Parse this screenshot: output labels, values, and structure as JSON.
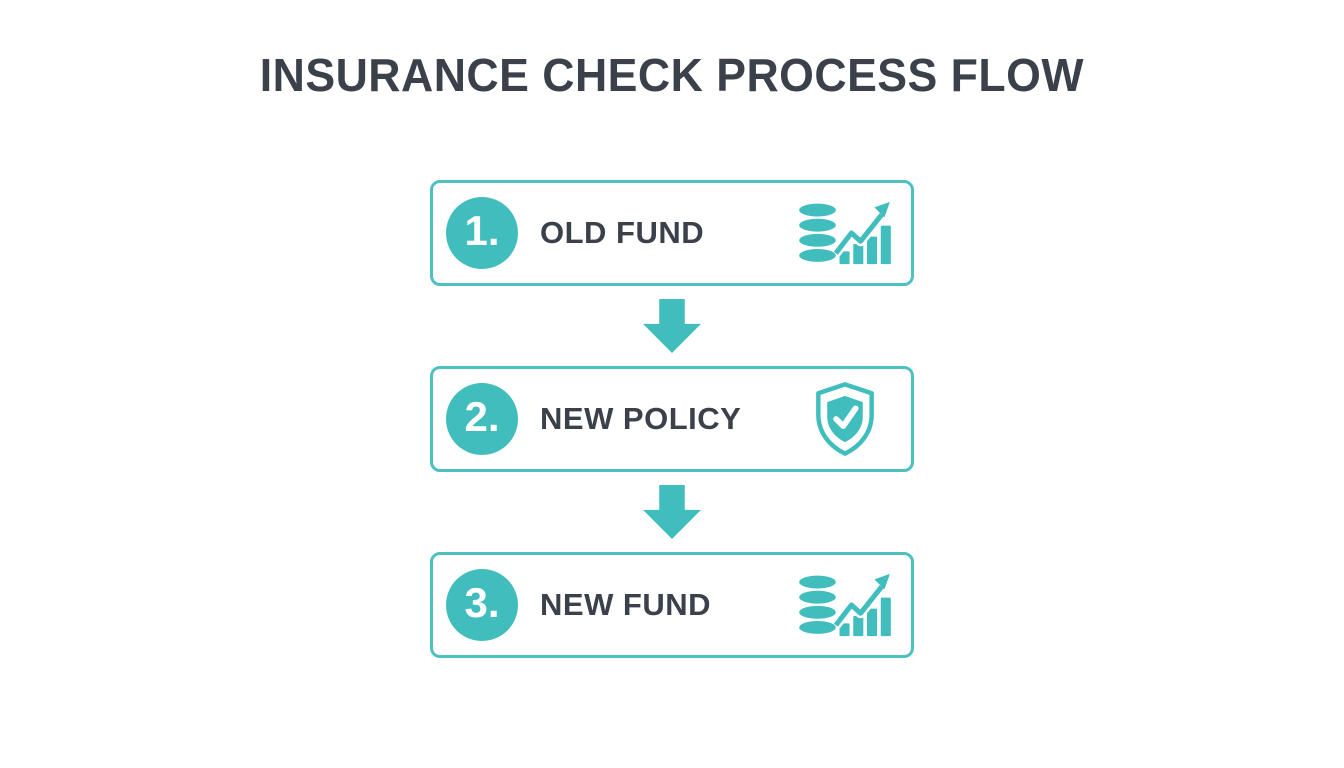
{
  "title": "INSURANCE CHECK PROCESS FLOW",
  "colors": {
    "teal": "#41bdbe",
    "teal_border": "#4cc0c2",
    "dark_text": "#3a414a",
    "background": "#ffffff",
    "circle_number_text": "#ffffff"
  },
  "steps": [
    {
      "number": "1.",
      "label": "OLD FUND",
      "icon": "coins-growth-chart-icon"
    },
    {
      "number": "2.",
      "label": "NEW POLICY",
      "icon": "shield-check-icon"
    },
    {
      "number": "3.",
      "label": "NEW FUND",
      "icon": "coins-growth-chart-icon"
    }
  ],
  "connectors": [
    {
      "type": "down-arrow"
    },
    {
      "type": "down-arrow"
    }
  ]
}
